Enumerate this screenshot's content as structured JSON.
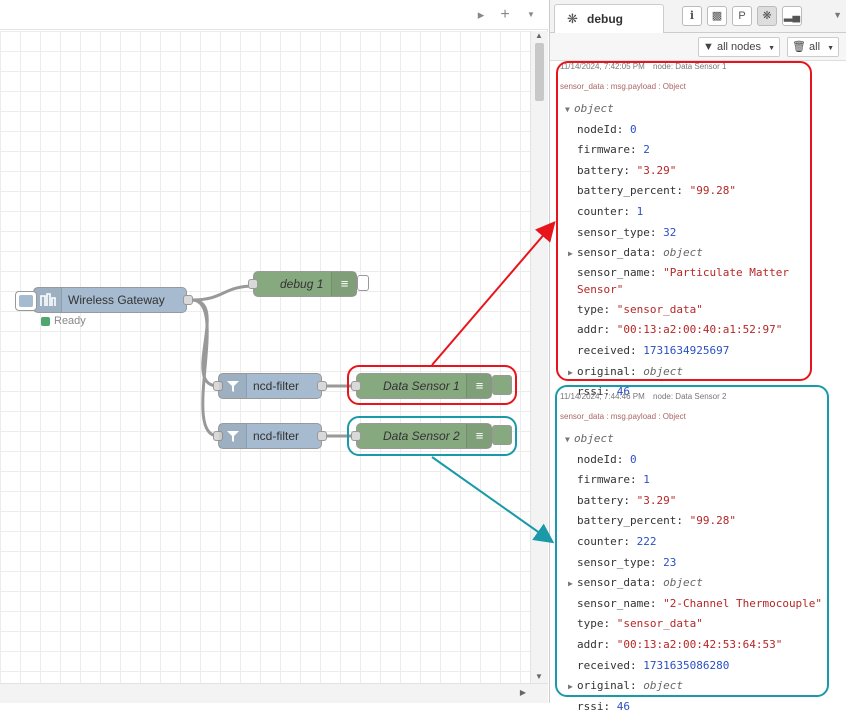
{
  "colors": {
    "gateway_node": "#a6bbcf",
    "filter_node": "#a6bbcf",
    "debug_node": "#87a980",
    "highlight_red": "#e8141b",
    "highlight_teal": "#1a9aa8"
  },
  "workspace": {
    "toolbar_icons": [
      "play-icon",
      "add-icon",
      "chevron-down-icon"
    ],
    "nodes": {
      "gateway": {
        "label": "Wireless Gateway",
        "status": "Ready",
        "icon": "gateway-icon"
      },
      "debug1": {
        "label": "debug 1"
      },
      "filter1": {
        "label": "ncd-filter",
        "icon": "funnel-icon"
      },
      "filter2": {
        "label": "ncd-filter",
        "icon": "funnel-icon"
      },
      "sensor1": {
        "label": "Data Sensor 1"
      },
      "sensor2": {
        "label": "Data Sensor 2"
      }
    }
  },
  "sidebar": {
    "active_tab": {
      "icon": "bug-icon",
      "label": "debug"
    },
    "tab_icons": [
      "info-icon",
      "book-icon",
      "context-icon",
      "bug-icon",
      "chart-icon"
    ],
    "filter_button": "all nodes",
    "clear_button": "all",
    "messages": [
      {
        "timestamp": "11/14/2024, 7:42:05 PM",
        "node": "node: Data Sensor 1",
        "topic": "sensor_data : msg.payload : Object",
        "root": "object",
        "fields": [
          {
            "key": "nodeId",
            "value": "0",
            "type": "num"
          },
          {
            "key": "firmware",
            "value": "2",
            "type": "num"
          },
          {
            "key": "battery",
            "value": "\"3.29\"",
            "type": "str"
          },
          {
            "key": "battery_percent",
            "value": "\"99.28\"",
            "type": "str"
          },
          {
            "key": "counter",
            "value": "1",
            "type": "num"
          },
          {
            "key": "sensor_type",
            "value": "32",
            "type": "num"
          },
          {
            "key": "sensor_data",
            "value": "object",
            "type": "obj"
          },
          {
            "key": "sensor_name",
            "value": "\"Particulate Matter Sensor\"",
            "type": "str"
          },
          {
            "key": "type",
            "value": "\"sensor_data\"",
            "type": "str"
          },
          {
            "key": "addr",
            "value": "\"00:13:a2:00:40:a1:52:97\"",
            "type": "str"
          },
          {
            "key": "received",
            "value": "1731634925697",
            "type": "num"
          },
          {
            "key": "original",
            "value": "object",
            "type": "obj"
          },
          {
            "key": "rssi",
            "value": "46",
            "type": "num"
          }
        ]
      },
      {
        "timestamp": "11/14/2024, 7:44:46 PM",
        "node": "node: Data Sensor 2",
        "topic": "sensor_data : msg.payload : Object",
        "root": "object",
        "fields": [
          {
            "key": "nodeId",
            "value": "0",
            "type": "num"
          },
          {
            "key": "firmware",
            "value": "1",
            "type": "num"
          },
          {
            "key": "battery",
            "value": "\"3.29\"",
            "type": "str"
          },
          {
            "key": "battery_percent",
            "value": "\"99.28\"",
            "type": "str"
          },
          {
            "key": "counter",
            "value": "222",
            "type": "num"
          },
          {
            "key": "sensor_type",
            "value": "23",
            "type": "num"
          },
          {
            "key": "sensor_data",
            "value": "object",
            "type": "obj"
          },
          {
            "key": "sensor_name",
            "value": "\"2-Channel Thermocouple\"",
            "type": "str"
          },
          {
            "key": "type",
            "value": "\"sensor_data\"",
            "type": "str"
          },
          {
            "key": "addr",
            "value": "\"00:13:a2:00:42:53:64:53\"",
            "type": "str"
          },
          {
            "key": "received",
            "value": "1731635086280",
            "type": "num"
          },
          {
            "key": "original",
            "value": "object",
            "type": "obj"
          },
          {
            "key": "rssi",
            "value": "46",
            "type": "num"
          }
        ]
      }
    ]
  }
}
